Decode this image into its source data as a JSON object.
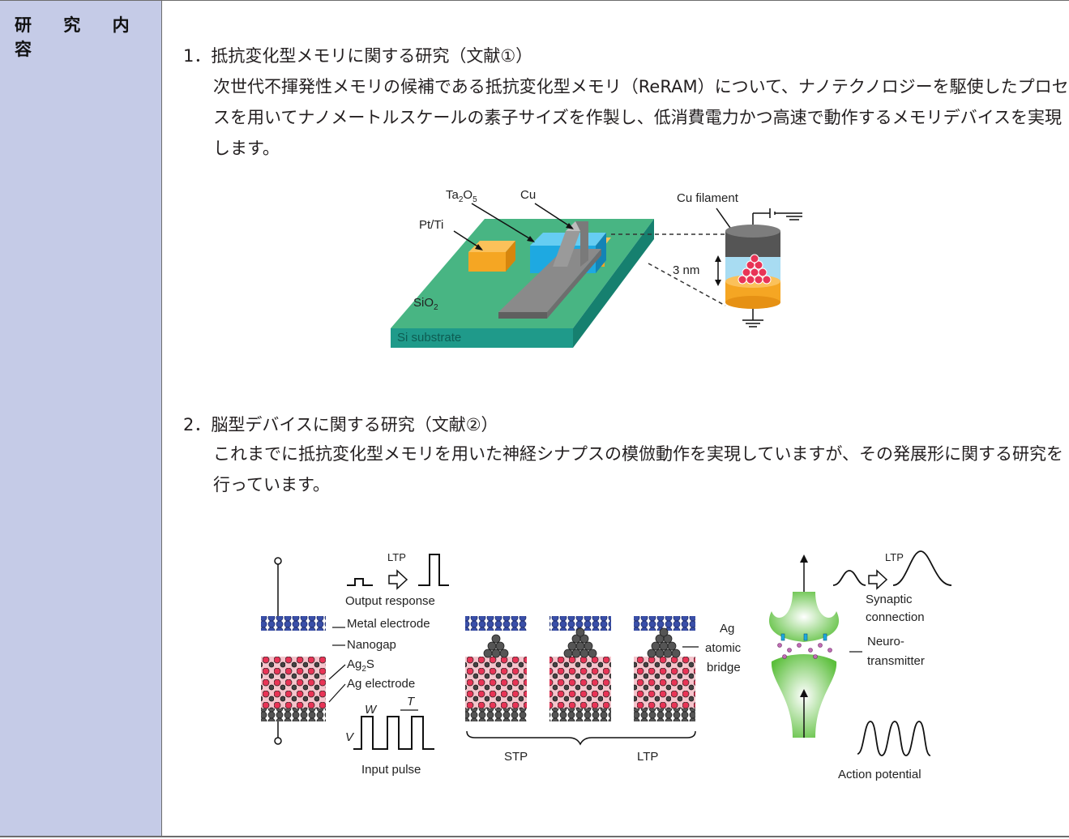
{
  "sidebar": {
    "label": "研 究 内 容"
  },
  "section1": {
    "title": "1．抵抗変化型メモリに関する研究（文献①）",
    "body": "次世代不揮発性メモリの候補である抵抗変化型メモリ（ReRAM）について、ナノテクノロジーを駆使したプロセスを用いてナノメートルスケールの素子サイズを作製し、低消費電力かつ高速で動作するメモリデバイスを実現します。"
  },
  "figure1": {
    "ta2o5_main": "Ta",
    "ta2o5_sub1": "2",
    "ta2o5_mid": "O",
    "ta2o5_sub2": "5",
    "cu": "Cu",
    "pt_ti": "Pt/Ti",
    "sio2_main": "SiO",
    "sio2_sub": "2",
    "si_substrate": "Si substrate",
    "cu_filament": "Cu filament",
    "gap_label": "3 nm"
  },
  "section2": {
    "title": "2．脳型デバイスに関する研究（文献②）",
    "body": "これまでに抵抗変化型メモリを用いた神経シナプスの模倣動作を実現していますが、その発展形に関する研究を行っています。"
  },
  "figure2": {
    "ltp_top": "LTP",
    "output_response": "Output response",
    "metal_electrode": "Metal electrode",
    "nanogap": "Nanogap",
    "ag2s_main": "Ag",
    "ag2s_sub": "2",
    "ag2s_end": "S",
    "ag_electrode": "Ag electrode",
    "w": "W",
    "t": "T",
    "v": "V",
    "input_pulse": "Input pulse",
    "stp": "STP",
    "ltp_bottom": "LTP",
    "bridge_1": "Ag",
    "bridge_2": "atomic",
    "bridge_3": "bridge",
    "ltp_right": "LTP",
    "synaptic_1": "Synaptic",
    "synaptic_2": "connection",
    "neuro_1": "Neuro-",
    "neuro_2": "transmitter",
    "action_potential": "Action potential"
  },
  "colors": {
    "sidebar_bg": "#c5cbe7",
    "sio2_green": "#43b27f",
    "si_teal": "#1f9a8a",
    "pt_orange": "#f5a623",
    "ta2o5_blue": "#1ea9e1",
    "cu_gray": "#8a8a8a",
    "ag2s_pink": "#f5c4cc",
    "atom_red": "#e83456",
    "electrode_blue": "#3a4fa8",
    "synapse_green": "#5cbf3c"
  }
}
